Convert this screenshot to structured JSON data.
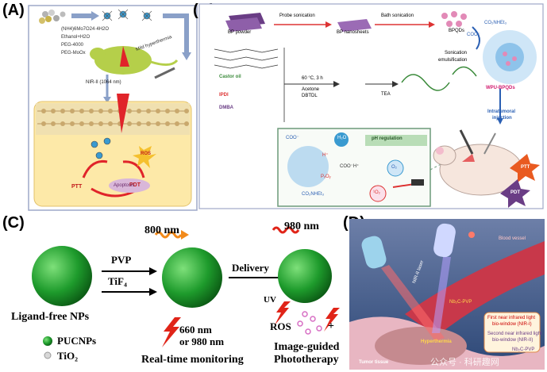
{
  "panel_labels": {
    "a": "(A)",
    "b": "(B)",
    "c": "(C)",
    "d": "(D)"
  },
  "panel_a": {
    "legend": [
      "(NH4)6Mo7O24·4H2O",
      "Ethanol+H2O",
      "PEG-4000",
      "PEG-MoOx"
    ],
    "mild_hyperthermia": "Mild hyperthermia",
    "nir": "NIR-II (1064 nm)",
    "ros": "ROS",
    "ptt": "PTT",
    "pdt": "PDT",
    "apoptosis": "Apoptosis"
  },
  "panel_b": {
    "bp_powder": "BP powder",
    "probe_sonication": "Probe sonication",
    "bp_nanosheets": "BP nanosheets",
    "bath_sonication": "Bath sonication",
    "bpqds": "BPQDs",
    "sonication": "Sonication",
    "emulsification": "emulsification",
    "wpu_bpqds": "WPU-BPQDs",
    "castor_oil": "Castor oil",
    "ipdi": "IPDI",
    "dmba": "DMBA",
    "condition1": "60 °C, 3 h",
    "condition2": "Acetone",
    "condition3": "DBTDL",
    "tea": "TEA",
    "intratumoral": "Intratumoral",
    "injection": "injection",
    "ph_regulation": "pH regulation",
    "coo": "COO⁻",
    "h2o": "H₂O",
    "hplus": "H⁺",
    "cooh": "COO⁻H⁺",
    "pxoy": "PₓOᵧ",
    "co2nhet3": "CO₂NHEt₃",
    "o2": "O₂",
    "singlet_o2": "¹O₂",
    "ptt": "PTT",
    "pdt": "PDT",
    "coo_labels": [
      "COO⁻",
      "CO₂NHEt₃"
    ]
  },
  "panel_c": {
    "nm800": "800 nm",
    "nm980": "980 nm",
    "pvp": "PVP",
    "tif4": "TiF₄",
    "delivery": "Delivery",
    "uv": "UV",
    "ligand_free": "Ligand-free NPs",
    "nm660": "660 nm",
    "or980": "or 980 nm",
    "ros": "ROS",
    "plus": "+",
    "realtime": "Real-time monitoring",
    "image_guided1": "Image-guided",
    "image_guided2": "Phototherapy",
    "legend_pucnps": "PUCNPs",
    "legend_tio2": "TiO₂"
  },
  "panel_d": {
    "nir_laser": "NIR-II laser",
    "blood_vessel": "Blood vessel",
    "hyperthermia": "Hyperthermia",
    "tumor_tissue": "Tumor tissue",
    "nb2c": "Nb₂C-PVP",
    "nb2c_small": "Nb₂C-PVP",
    "legend1": "First near infrared light",
    "legend1b": "bio-window (NIR-I)",
    "legend2": "Second near infrared light",
    "legend2b": "bio-window (NIR-II)",
    "watermark": "公众号 · 科研趣网"
  },
  "colors": {
    "green_sphere": "#1e9b2c",
    "panel_a_frame": "#9ea9c9",
    "panel_b_frame": "#9fa8c7",
    "ph_box": "#6c9a7a",
    "pink_text": "#d21b6e",
    "orange_wave": "#f28a1a",
    "red_lightning": "#e02418",
    "blue_arrow": "#2a5fb3"
  }
}
